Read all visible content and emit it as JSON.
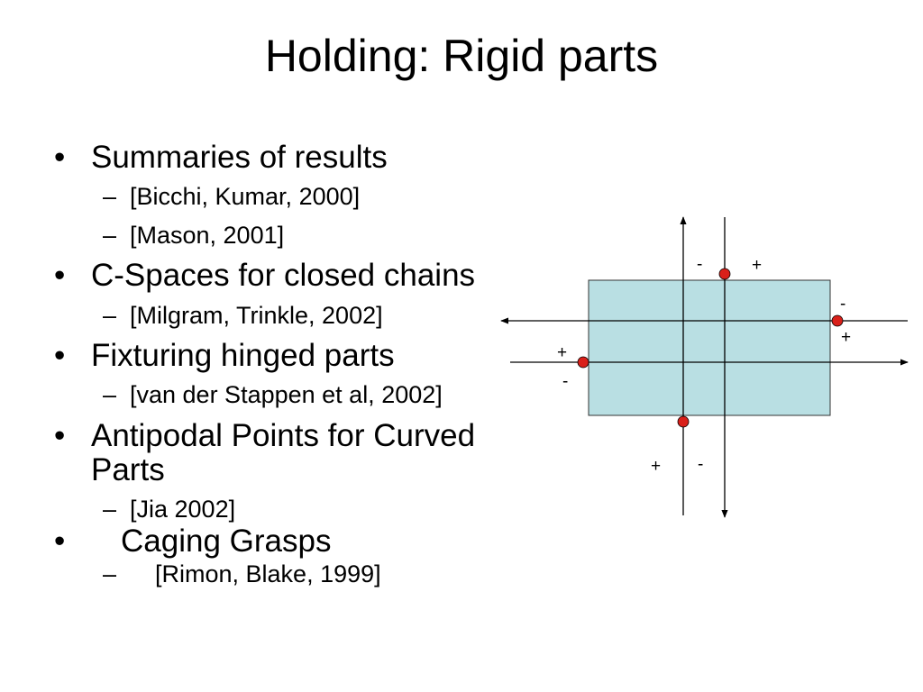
{
  "slide": {
    "title": "Holding: Rigid parts",
    "bullet_char": "•",
    "dash_char": "–",
    "items": [
      {
        "text": "Summaries of results",
        "subs": [
          "[Bicchi, Kumar, 2000]",
          "[Mason, 2001]"
        ]
      },
      {
        "text": "C-Spaces for closed chains",
        "subs": [
          "[Milgram, Trinkle, 2002]"
        ]
      },
      {
        "text": "Fixturing hinged parts",
        "subs": [
          "[van der Stappen et al, 2002]"
        ]
      },
      {
        "text_line1": "Antipodal Points for Curved",
        "text_line2": "Parts",
        "subs": [
          "[Jia 2002]"
        ]
      },
      {
        "text": "Caging Grasps",
        "subs": [
          "[Rimon, Blake, 1999]"
        ]
      }
    ]
  },
  "diagram": {
    "box_color": "#b9dfe3",
    "contact_color": "#d9201a",
    "signs": {
      "top_minus": "-",
      "top_plus": "+",
      "right_minus": "-",
      "right_plus": "+",
      "left_plus": "+",
      "left_minus": "-",
      "bottom_plus": "+",
      "bottom_minus": "-"
    }
  }
}
